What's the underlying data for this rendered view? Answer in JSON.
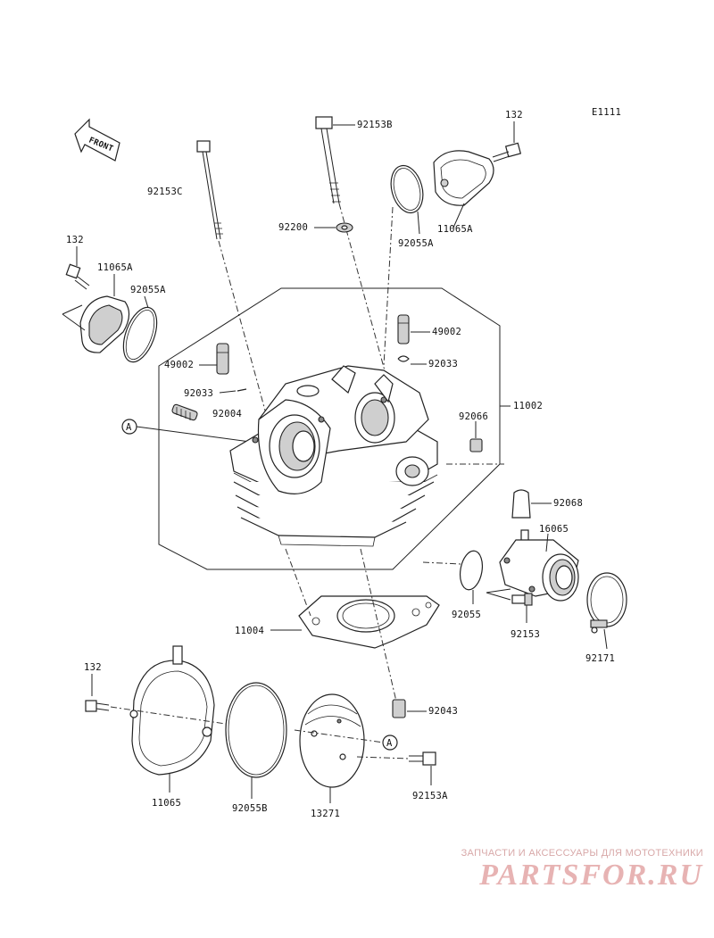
{
  "diagram_code": "E1111",
  "front_label": "FRONT",
  "reference_marker": "A",
  "labels": {
    "bolt_long_c": "92153C",
    "bolt_long_b": "92153B",
    "washer": "92200",
    "bolt_132_top": "132",
    "cap_top": "11065A",
    "oring_top": "92055A",
    "bolt_132_left": "132",
    "cap_left": "11065A",
    "oring_left": "92055A",
    "guide_right": "49002",
    "clip_right": "92033",
    "guide_left": "49002",
    "clip_left": "92033",
    "stud": "92004",
    "plug": "92066",
    "head_assy": "11002",
    "cap_small": "92068",
    "intake_pipe": "16065",
    "oring_intake": "92055",
    "bolt_intake": "92153",
    "clamp": "92171",
    "gasket": "11004",
    "dowel": "92043",
    "bolt_132_bottom": "132",
    "cover": "11065",
    "oring_cover": "92055B",
    "plate": "13271",
    "bolt_plate": "92153A"
  },
  "watermark": {
    "line1": "ЗАПЧАСТИ И АКСЕССУАРЫ ДЛЯ МОТОТЕХНИКИ",
    "line2": "PARTSFOR.RU"
  }
}
